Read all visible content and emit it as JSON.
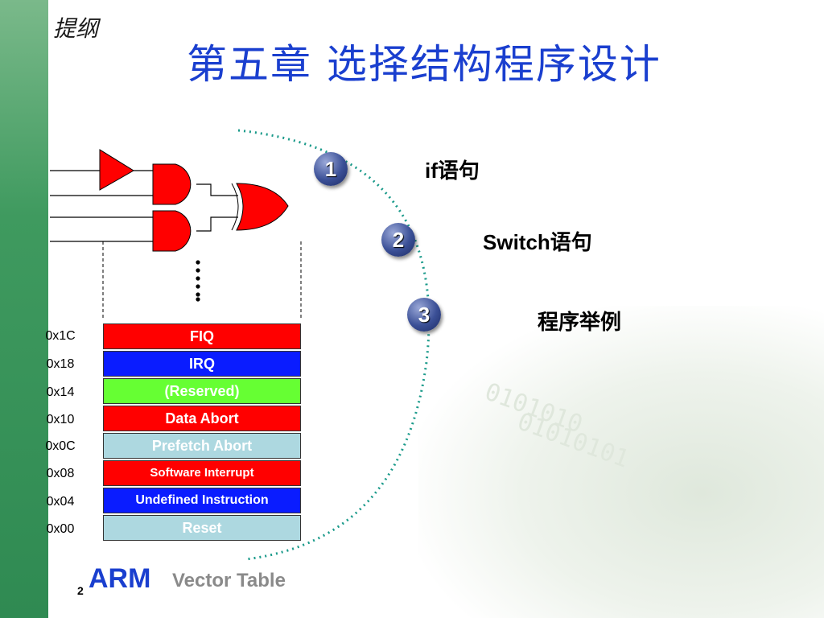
{
  "nav_label": "提纲",
  "title": "第五章  选择结构程序设计",
  "steps": [
    {
      "number": "1",
      "label": "if语句"
    },
    {
      "number": "2",
      "label": "Switch语句"
    },
    {
      "number": "3",
      "label": "程序举例"
    }
  ],
  "vector_table": {
    "rows": [
      {
        "address": "0x1C",
        "label": "FIQ",
        "color": "#ff0000"
      },
      {
        "address": "0x18",
        "label": "IRQ",
        "color": "#0a1cff"
      },
      {
        "address": "0x14",
        "label": "(Reserved)",
        "color": "#66ff33"
      },
      {
        "address": "0x10",
        "label": "Data Abort",
        "color": "#ff0000"
      },
      {
        "address": "0x0C",
        "label": "Prefetch Abort",
        "color": "#add8e0"
      },
      {
        "address": "0x08",
        "label": "Software Interrupt",
        "color": "#ff0000"
      },
      {
        "address": "0x04",
        "label": "Undefined Instruction",
        "color": "#0a1cff"
      },
      {
        "address": "0x00",
        "label": "Reset",
        "color": "#add8e0"
      }
    ]
  },
  "footer": {
    "page_number": "2",
    "arm": "ARM",
    "vector_table_label": "Vector Table"
  },
  "background_bits": [
    "0101010",
    "01010101"
  ],
  "colors": {
    "title_blue": "#1a3fcf",
    "sidebar_green": "#2f8a52",
    "gate_red": "#ff0000",
    "arc_teal": "#1a9a8a"
  }
}
